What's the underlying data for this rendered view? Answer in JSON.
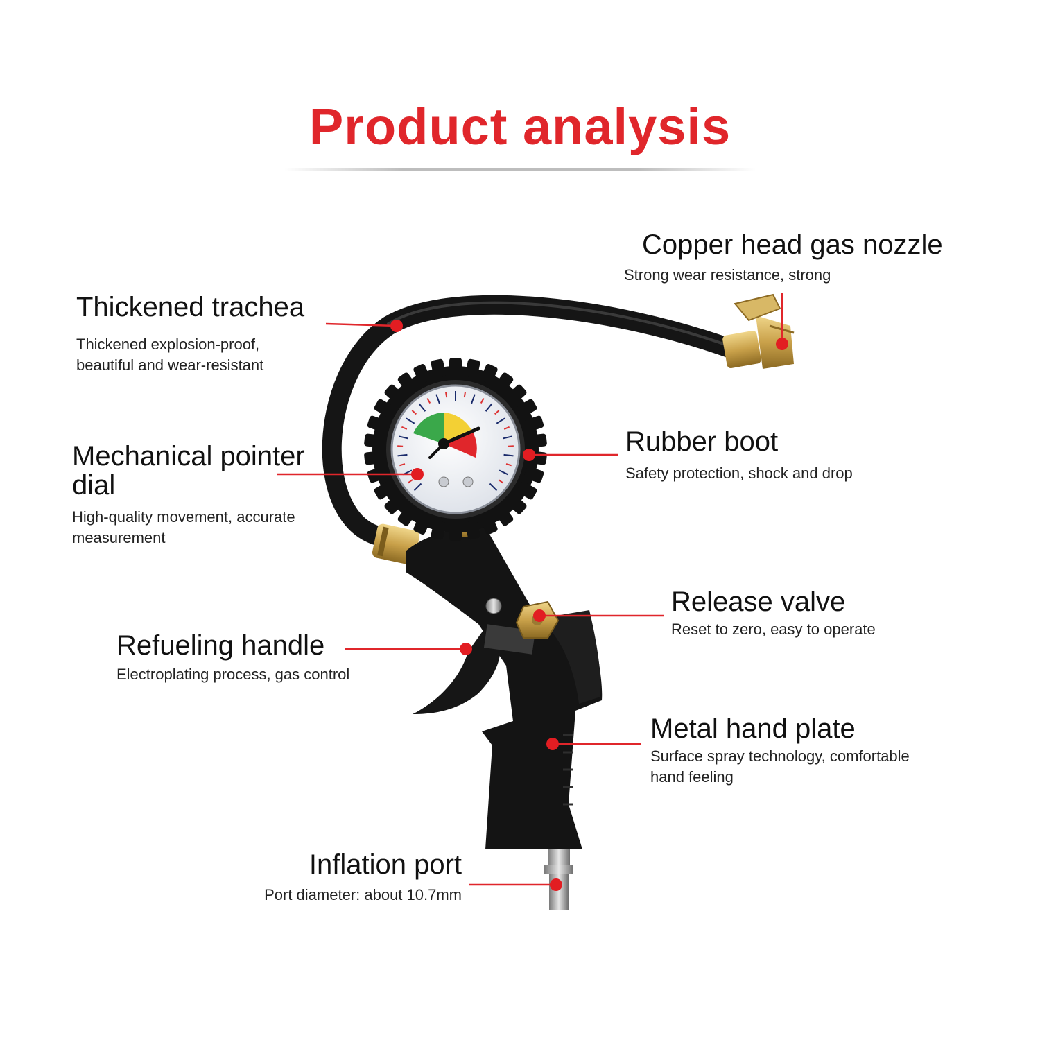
{
  "title": "Product analysis",
  "colors": {
    "title": "#e0262b",
    "leader": "#e0262b",
    "dot": "#e21d22",
    "hose": "#151515",
    "brass": "#c9a14a",
    "gun_body": "#121212"
  },
  "callouts": {
    "nozzle": {
      "name": "Copper head gas nozzle",
      "desc": "Strong wear resistance, strong"
    },
    "trachea": {
      "name": "Thickened trachea",
      "desc_line1": "Thickened explosion-proof,",
      "desc_line2": "beautiful and wear-resistant"
    },
    "dial": {
      "name_line1": "Mechanical pointer",
      "name_line2": "dial",
      "desc_line1": "High-quality movement, accurate",
      "desc_line2": "measurement"
    },
    "boot": {
      "name": "Rubber boot",
      "desc": "Safety protection, shock and drop"
    },
    "valve": {
      "name": "Release valve",
      "desc": "Reset to zero, easy to operate"
    },
    "handle": {
      "name": "Refueling handle",
      "desc": "Electroplating process, gas control"
    },
    "plate": {
      "name": "Metal hand plate",
      "desc_line1": "Surface spray technology, comfortable",
      "desc_line2": "hand feeling"
    },
    "port": {
      "name": "Inflation port",
      "desc": "Port diameter: about 10.7mm"
    }
  }
}
